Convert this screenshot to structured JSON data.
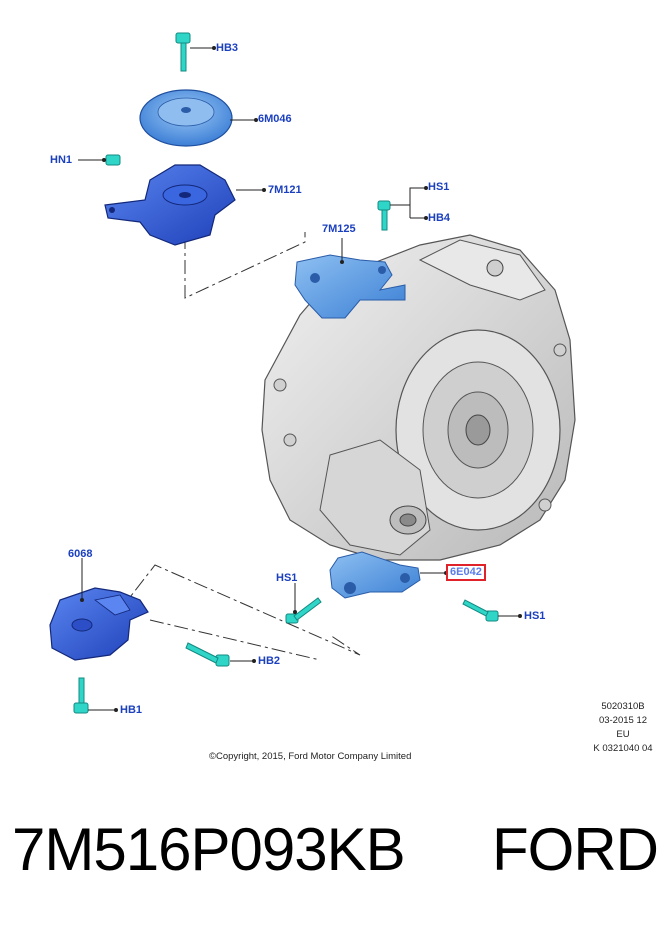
{
  "callouts": {
    "hb3": "HB3",
    "m6m046": "6M046",
    "hn1": "HN1",
    "m7m121": "7M121",
    "hs1_top": "HS1",
    "hb4": "HB4",
    "m7m125": "7M125",
    "m6068": "6068",
    "hs1_left": "HS1",
    "m6e042": "6E042",
    "hs1_right": "HS1",
    "hb2": "HB2",
    "hb1": "HB1"
  },
  "meta": {
    "line1": "5020310B",
    "line2": "03-2015 12",
    "line3": "EU",
    "line4": "K 0321040 04"
  },
  "copyright": "©Copyright, 2015, Ford Motor Company Limited",
  "footer": {
    "part_number": "7M516P093KB",
    "brand": "FORD"
  },
  "colors": {
    "part_blue": "#2f5fe0",
    "part_blue_light": "#6fa8ec",
    "bolt_teal": "#2fd6c8",
    "label_blue": "#1a3fbf",
    "highlight_red": "#e0232b"
  }
}
